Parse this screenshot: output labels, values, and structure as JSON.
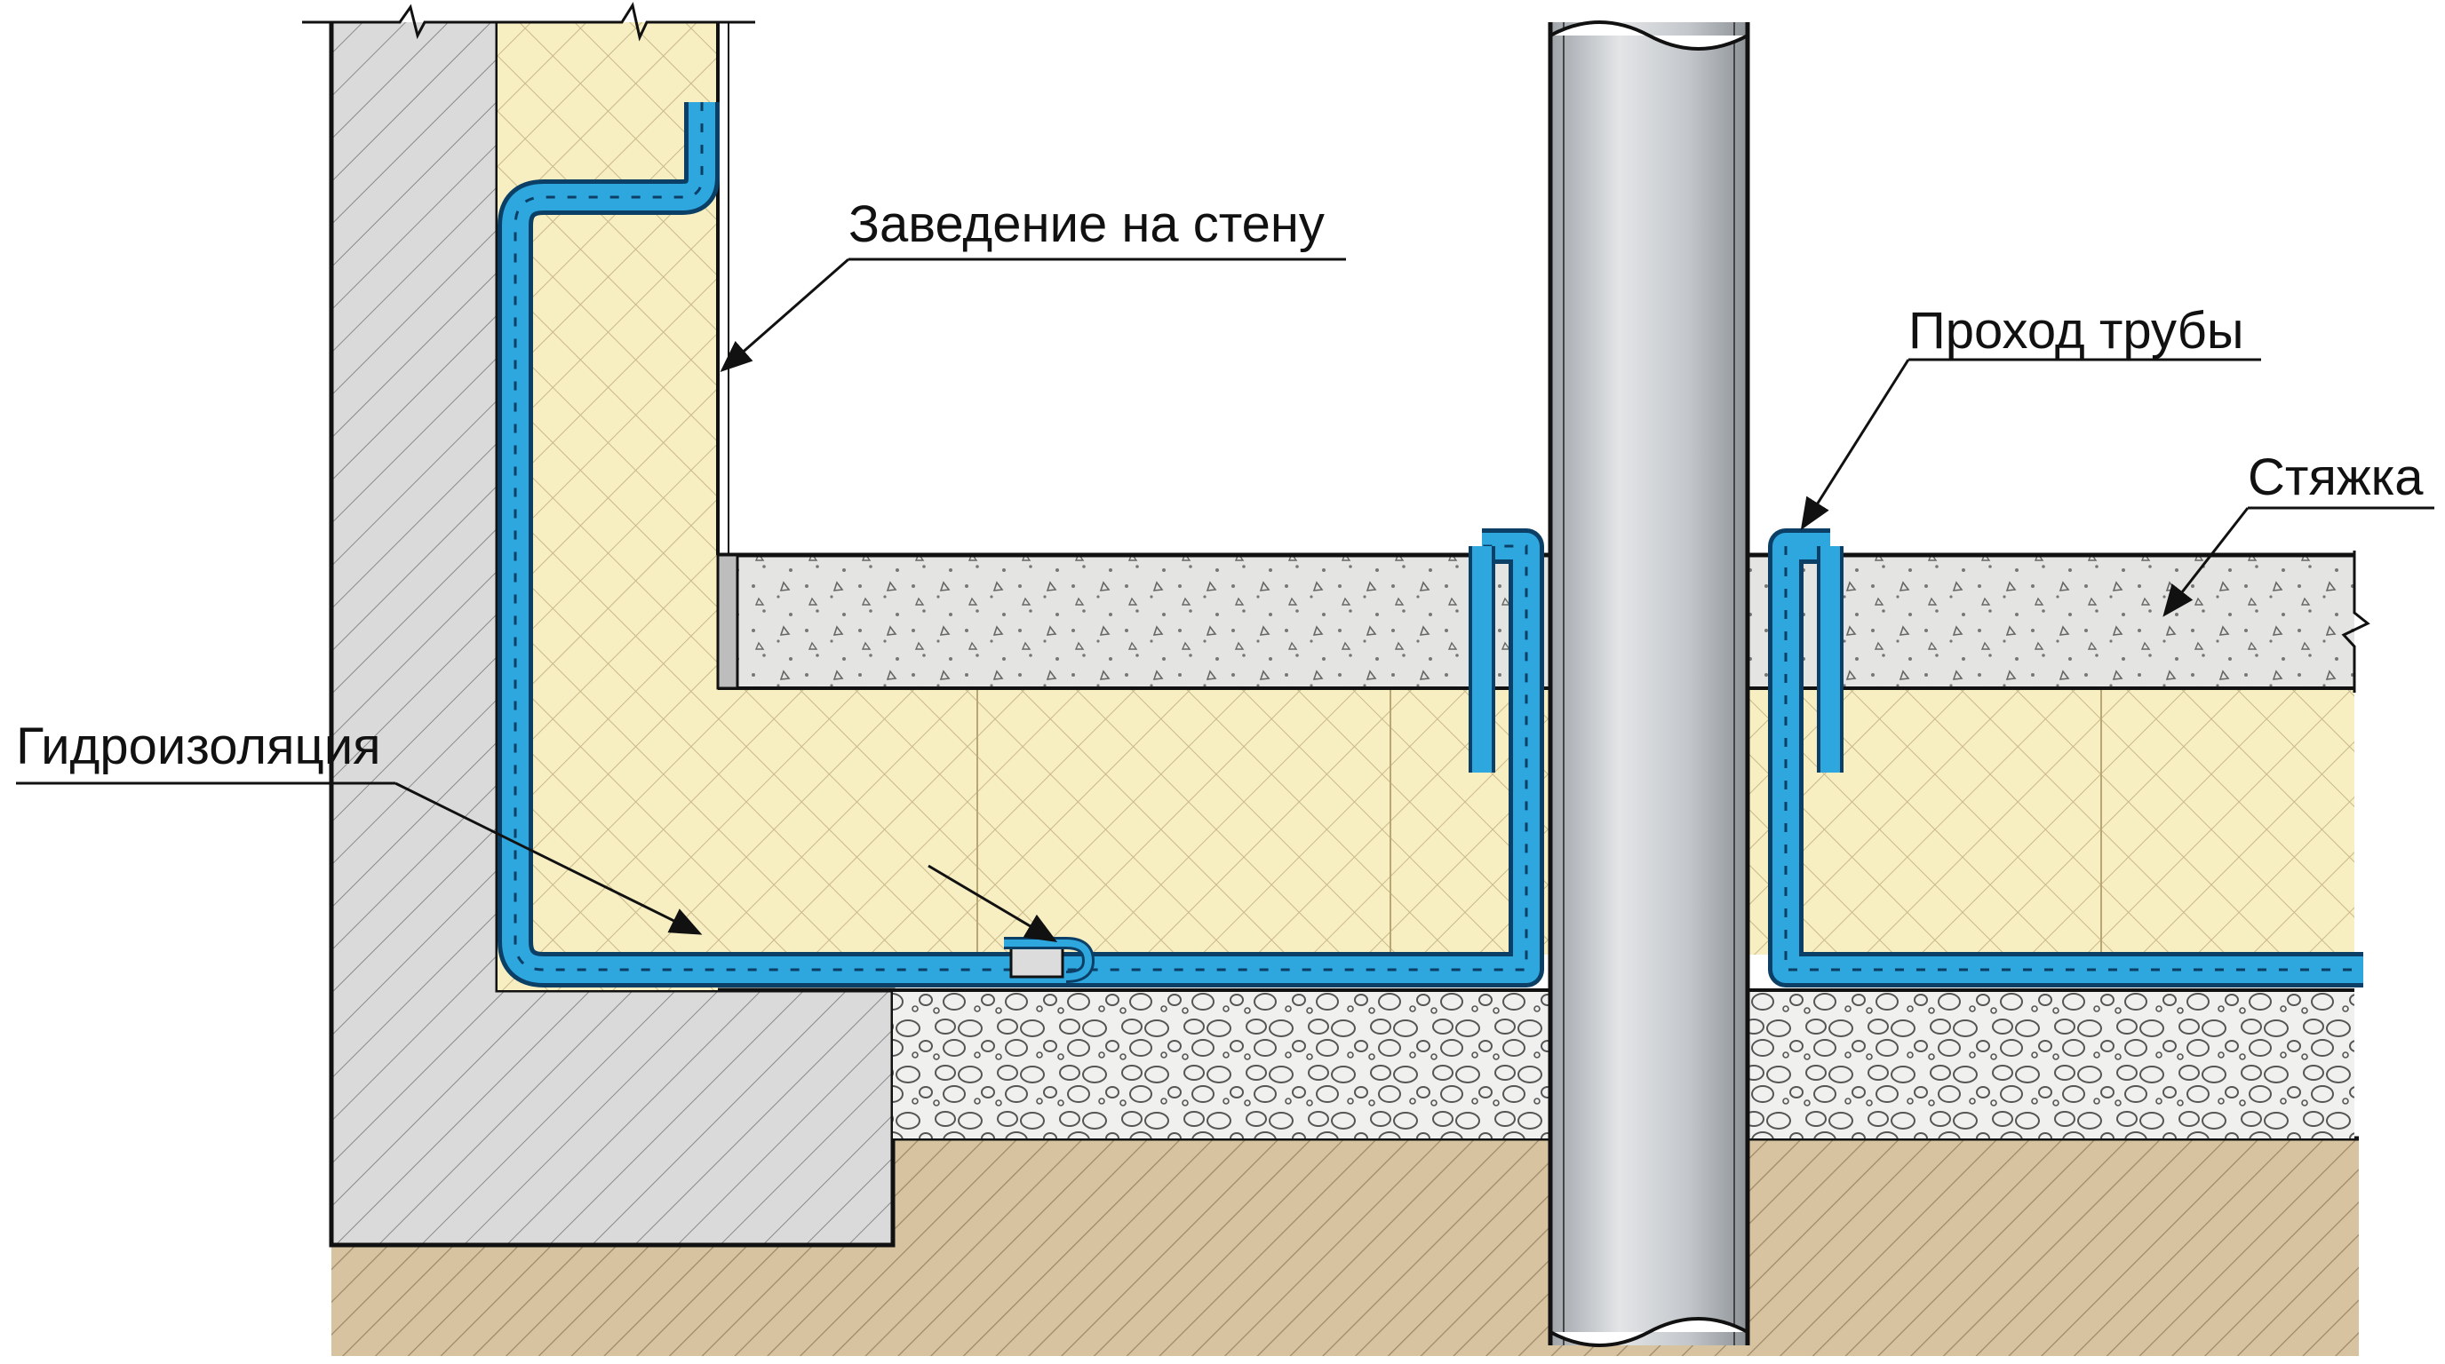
{
  "labels": {
    "wall_entry": "Заведение на стену",
    "pipe_pass": "Проход трубы",
    "screed": "Стяжка",
    "waterproofing": "Гидроизоляция"
  },
  "colors": {
    "membrane": "#2ea7df",
    "membrane_edge": "#0b3f66",
    "insulation": "#f7eec2",
    "screed": "#e4e4e2",
    "concrete": "#dadada",
    "gravel": "#f0f0ee",
    "soil": "#d8c3a0",
    "pipe": "#cdd0d3"
  }
}
